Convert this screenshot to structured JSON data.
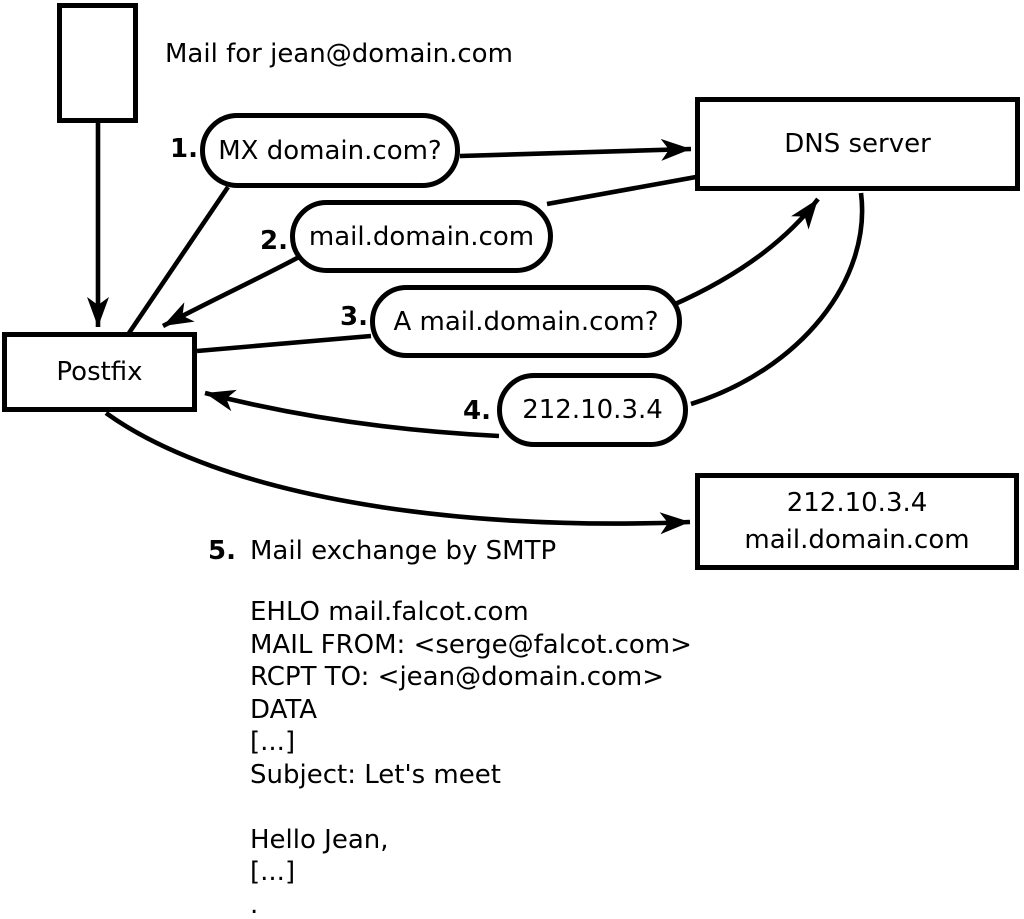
{
  "diagram": {
    "title_label": "Mail for jean@domain.com",
    "nodes": {
      "message": "",
      "postfix": "Postfix",
      "dns": "DNS server",
      "mailserver_line1": "212.10.3.4",
      "mailserver_line2": "mail.domain.com"
    },
    "steps": [
      {
        "num": "1.",
        "label": "MX domain.com?"
      },
      {
        "num": "2.",
        "label": "mail.domain.com"
      },
      {
        "num": "3.",
        "label": "A mail.domain.com?"
      },
      {
        "num": "4.",
        "label": "212.10.3.4"
      },
      {
        "num": "5.",
        "label": "Mail exchange by SMTP"
      }
    ],
    "smtp_session": [
      "EHLO mail.falcot.com",
      "MAIL FROM: <serge@falcot.com>",
      "RCPT TO: <jean@domain.com>",
      "DATA",
      "[...]",
      "Subject: Let's meet",
      "",
      "Hello Jean,",
      "[...]",
      "."
    ],
    "colors": {
      "stroke": "#000000",
      "background": "#ffffff"
    }
  }
}
